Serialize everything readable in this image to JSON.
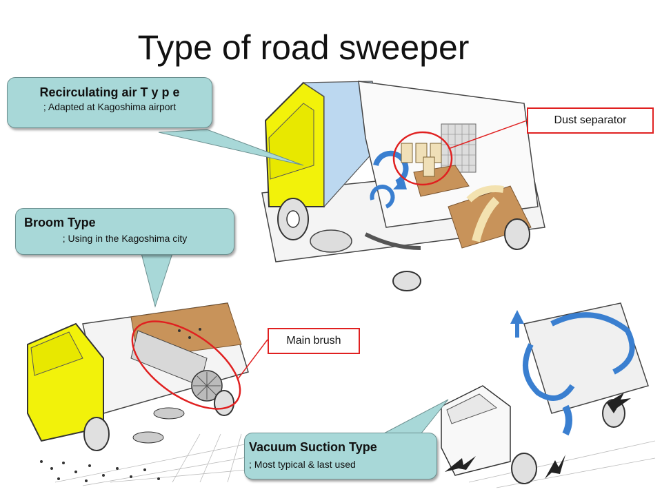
{
  "title": "Type of road sweeper",
  "callouts": {
    "recirculating": {
      "title": "Recirculating air T y p e",
      "subtitle": "; Adapted at Kagoshima airport"
    },
    "broom": {
      "title": "Broom Type",
      "subtitle": "; Using in the Kagoshima city"
    },
    "vacuum": {
      "title": "Vacuum Suction Type",
      "subtitle": "; Most typical & last used"
    }
  },
  "labels": {
    "dust_separator": "Dust separator",
    "main_brush": "Main brush"
  },
  "colors": {
    "callout_fill": "#a8d8d8",
    "highlight_red": "#e02020",
    "truck_yellow": "#f2f20a",
    "dust_brown": "#c8935a",
    "air_blue": "#3a7fd0"
  }
}
